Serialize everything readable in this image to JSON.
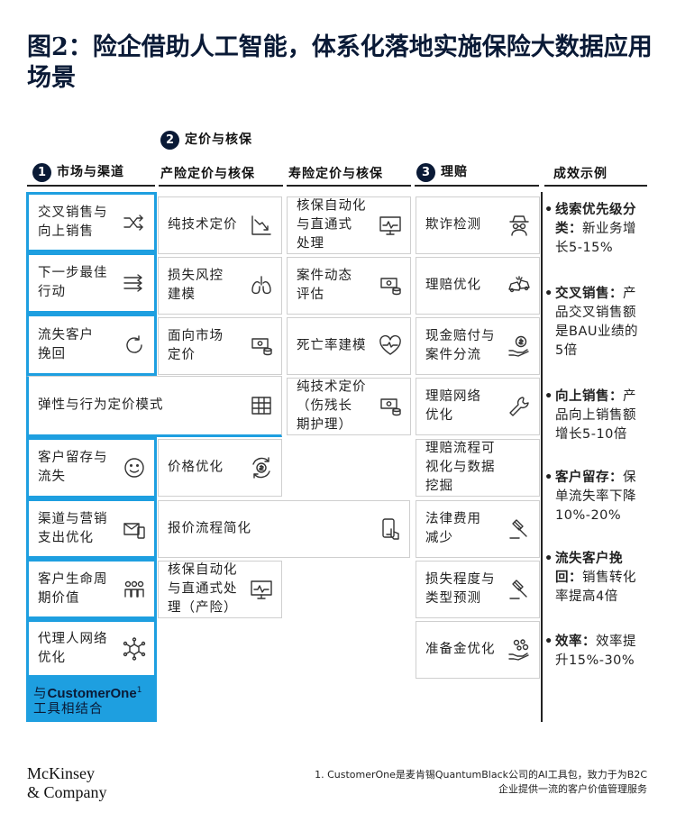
{
  "title": "图2：险企借助人工智能，体系化落地实施保险大数据应用场景",
  "headers": {
    "market_num": "1",
    "market": "市场与渠道",
    "pricing_num": "2",
    "pricing": "定价与核保",
    "pc": "产险定价与核保",
    "life": "寿险定价与核保",
    "claims_num": "3",
    "claims": "理赔",
    "effects": "成效示例"
  },
  "cells": {
    "c1": "交叉销售与\n向上销售",
    "c2": "下一步最佳\n行动",
    "c3": "流失客户\n挽回",
    "c4": "弹性与行为定价模式",
    "c5": "客户留存与\n流失",
    "c6": "渠道与营销\n支出优化",
    "c7": "客户生命周\n期价值",
    "c8": "代理人网络\n优化",
    "p1": "纯技术定价",
    "p2": "损失风控\n建模",
    "p3": "面向市场\n定价",
    "p4": "价格优化",
    "p5": "报价流程简化",
    "p6": "核保自动化\n与直通式处\n理（产险）",
    "l1": "核保自动化\n与直通式\n处理",
    "l2": "案件动态\n评估",
    "l3": "死亡率建模",
    "l4": "纯技术定价\n（伤残长\n期护理）",
    "r1": "欺诈检测",
    "r2": "理赔优化",
    "r3": "现金赔付与\n案件分流",
    "r4": "理赔网络\n优化",
    "r5": "理赔流程可\n视化与数据\n挖掘",
    "r6": "法律费用\n减少",
    "r7": "损失程度与\n类型预测",
    "r8": "准备金优化"
  },
  "customerone": {
    "prefix": "与",
    "brand": "CustomerOne",
    "sup": "1",
    "line2": "工具相结合"
  },
  "effects": [
    {
      "bold": "线索优先级分类：",
      "text": "新业务增长5-15%"
    },
    {
      "bold": "交叉销售：",
      "text": "产品交叉销售额是BAU业绩的5倍"
    },
    {
      "bold": "向上销售：",
      "text": "产品向上销售额增长5-10倍"
    },
    {
      "bold": "客户留存：",
      "text": "保单流失率下降10%-20%"
    },
    {
      "bold": "流失客户挽回：",
      "text": "销售转化率提高4倍"
    },
    {
      "bold": "效率：",
      "text": "效率提升15%-30%"
    }
  ],
  "logo": {
    "line1": "McKinsey",
    "line2": "& Company"
  },
  "footnote": {
    "line1": "1. CustomerOne是麦肯锡QuantumBlack公司的AI工具包，致力于为B2C",
    "line2": "企业提供一流的客户价值管理服务"
  },
  "colors": {
    "accent": "#1e9fe0",
    "navy": "#0a1a36",
    "border": "#cfcfcf"
  }
}
